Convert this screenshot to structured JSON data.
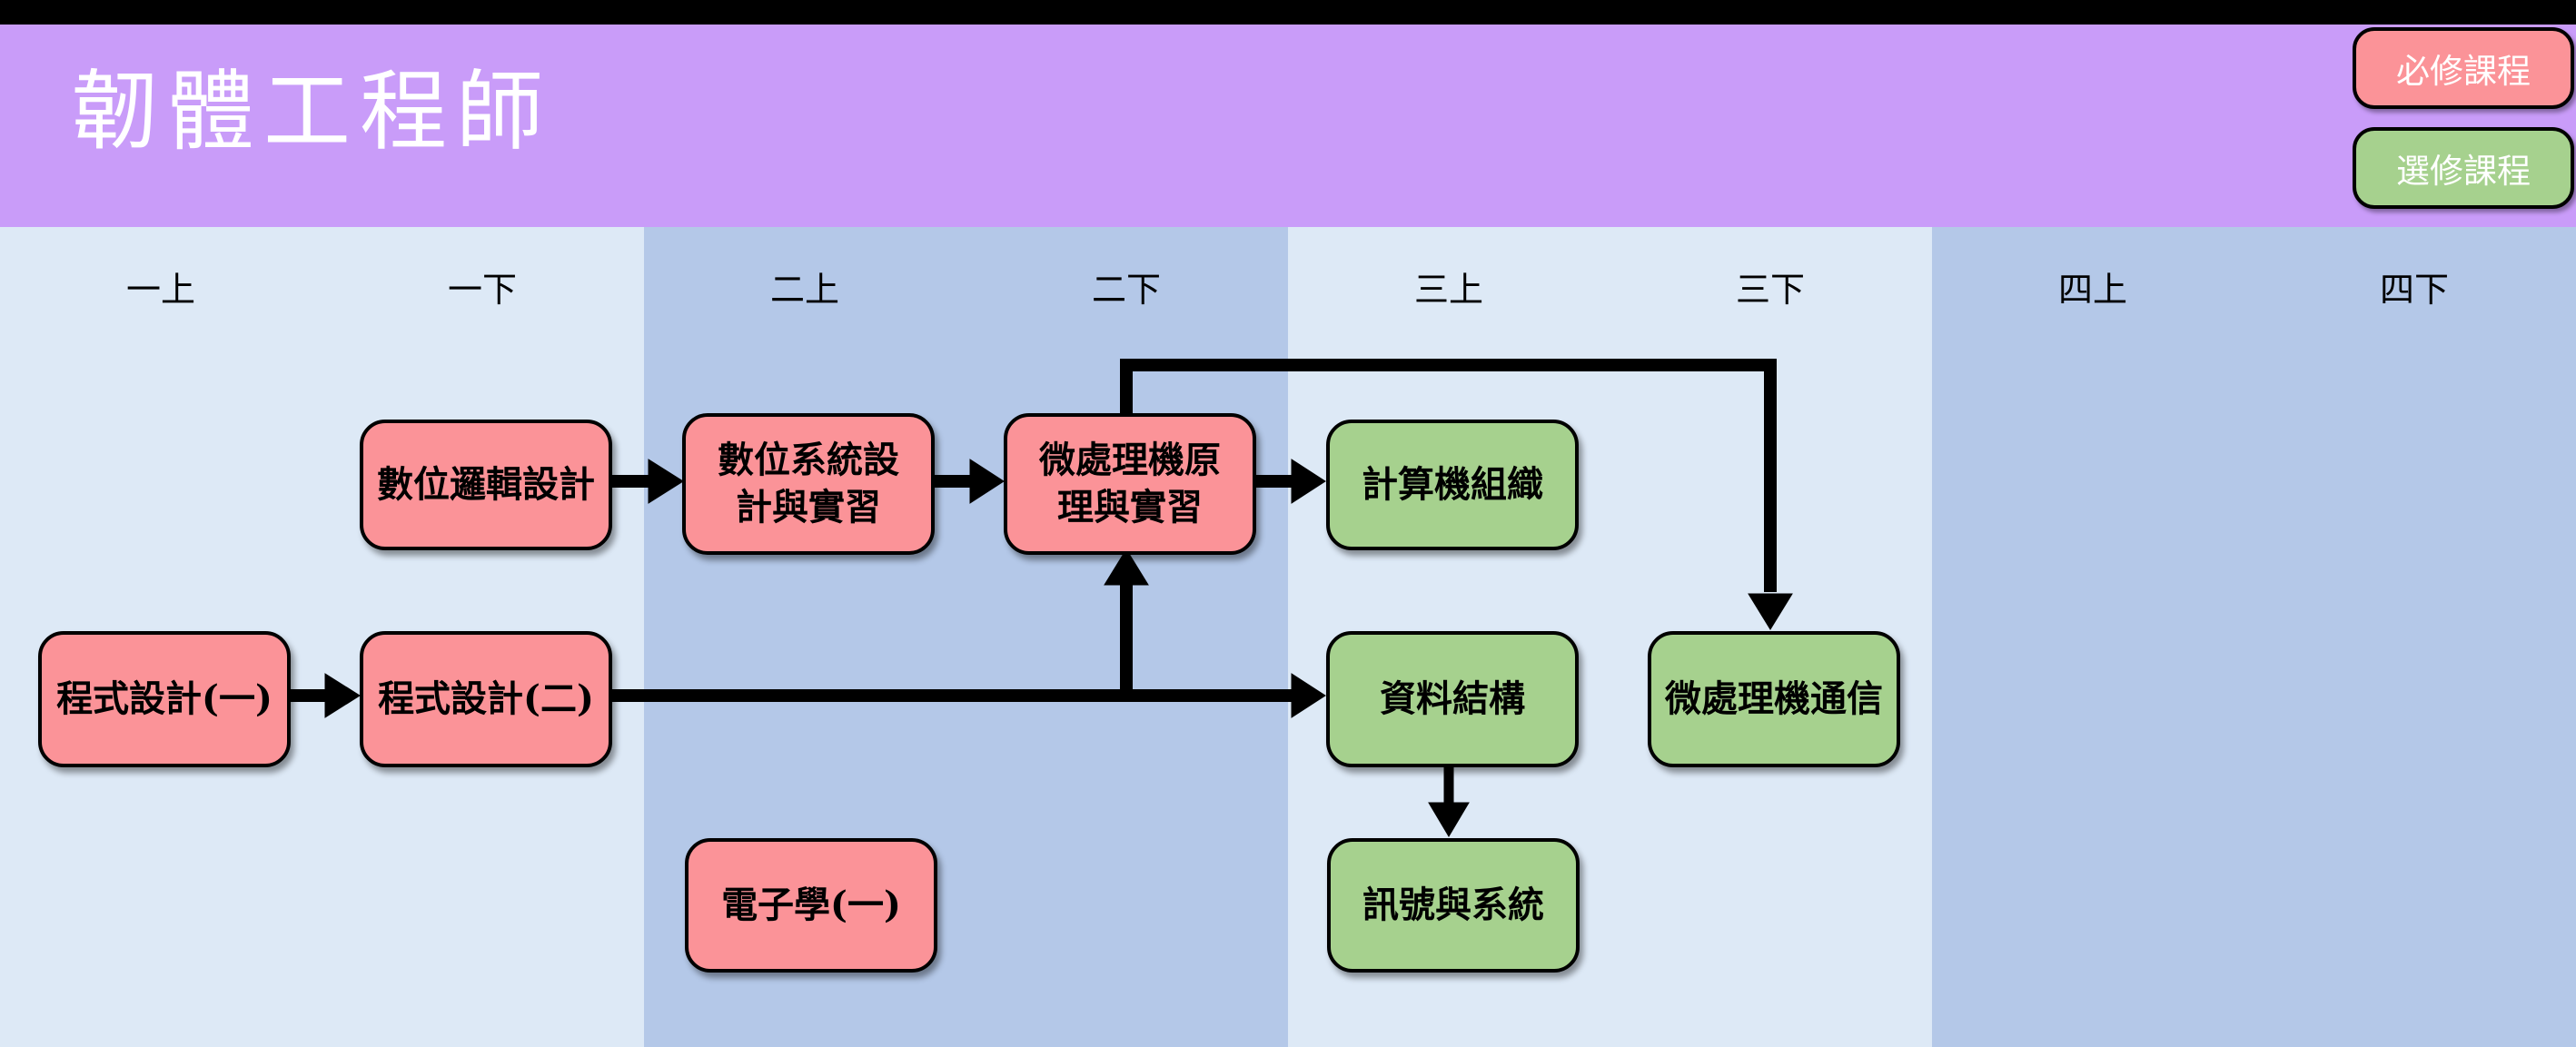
{
  "title": "韌體工程師",
  "legend": {
    "required": {
      "label": "必修課程",
      "color": "#fb9398"
    },
    "elective": {
      "label": "選修課程",
      "color": "#a6d18e"
    }
  },
  "columns": [
    {
      "label": "一上"
    },
    {
      "label": "一下"
    },
    {
      "label": "二上"
    },
    {
      "label": "二下"
    },
    {
      "label": "三上"
    },
    {
      "label": "三下"
    },
    {
      "label": "四上"
    },
    {
      "label": "四下"
    }
  ],
  "courses": [
    {
      "id": "digital-logic-design",
      "label": "數位邏輯設計",
      "type": "required",
      "semester": "一下"
    },
    {
      "id": "digital-system-design-lab",
      "label": "數位系統設\n計與實習",
      "type": "required",
      "semester": "二上"
    },
    {
      "id": "microprocessor-principles-lab",
      "label": "微處理機原\n理與實習",
      "type": "required",
      "semester": "二下"
    },
    {
      "id": "computer-organization",
      "label": "計算機組織",
      "type": "elective",
      "semester": "三上"
    },
    {
      "id": "programming-1",
      "label": "程式設計(一)",
      "type": "required",
      "semester": "一上"
    },
    {
      "id": "programming-2",
      "label": "程式設計(二)",
      "type": "required",
      "semester": "一下"
    },
    {
      "id": "data-structures",
      "label": "資料結構",
      "type": "elective",
      "semester": "三上"
    },
    {
      "id": "microprocessor-communication",
      "label": "微處理機通信",
      "type": "elective",
      "semester": "三下"
    },
    {
      "id": "electronics-1",
      "label": "電子學(一)",
      "type": "required",
      "semester": "二上"
    },
    {
      "id": "signals-and-systems",
      "label": "訊號與系統",
      "type": "elective",
      "semester": "三上"
    }
  ],
  "edges": [
    {
      "from": "數位邏輯設計",
      "to": "數位系統設計與實習"
    },
    {
      "from": "數位系統設計與實習",
      "to": "微處理機原理與實習"
    },
    {
      "from": "微處理機原理與實習",
      "to": "計算機組織"
    },
    {
      "from": "微處理機原理與實習",
      "to": "微處理機通信"
    },
    {
      "from": "程式設計(一)",
      "to": "程式設計(二)"
    },
    {
      "from": "程式設計(二)",
      "to": "資料結構"
    },
    {
      "from": "程式設計(二)",
      "to": "微處理機原理與實習"
    },
    {
      "from": "資料結構",
      "to": "訊號與系統"
    }
  ],
  "colors": {
    "top_bar": "#000000",
    "header_purple": "#c99cf9",
    "column_light": "#dde9f6",
    "column_dark": "#b4c8e8",
    "required_red": "#fb9398",
    "elective_green": "#a6d18e",
    "title_text": "#ffffff",
    "box_text": "#000000"
  }
}
